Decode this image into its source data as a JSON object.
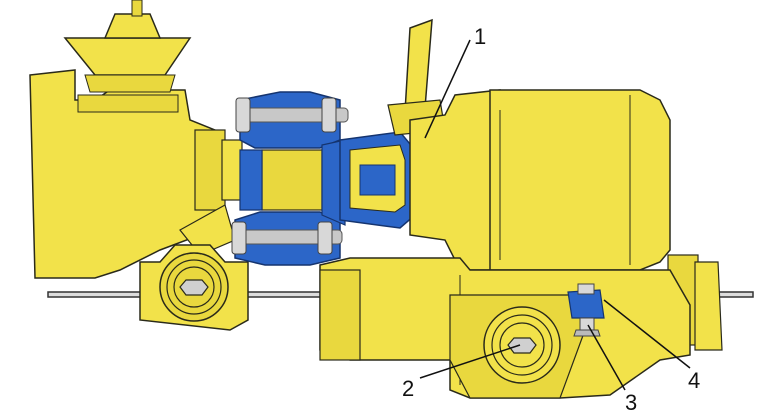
{
  "colors": {
    "housing": "#f2e24a",
    "housing_dark": "#c9b92a",
    "outline": "#2a2a1a",
    "joint": "#2c66c8",
    "joint_dark": "#1d4a99",
    "steel": "#c8c8c8",
    "steel_dark": "#777777",
    "frame_line": "#333333"
  },
  "callouts": [
    {
      "id": "1",
      "label": "1"
    },
    {
      "id": "2",
      "label": "2"
    },
    {
      "id": "3",
      "label": "3"
    },
    {
      "id": "4",
      "label": "4"
    }
  ]
}
